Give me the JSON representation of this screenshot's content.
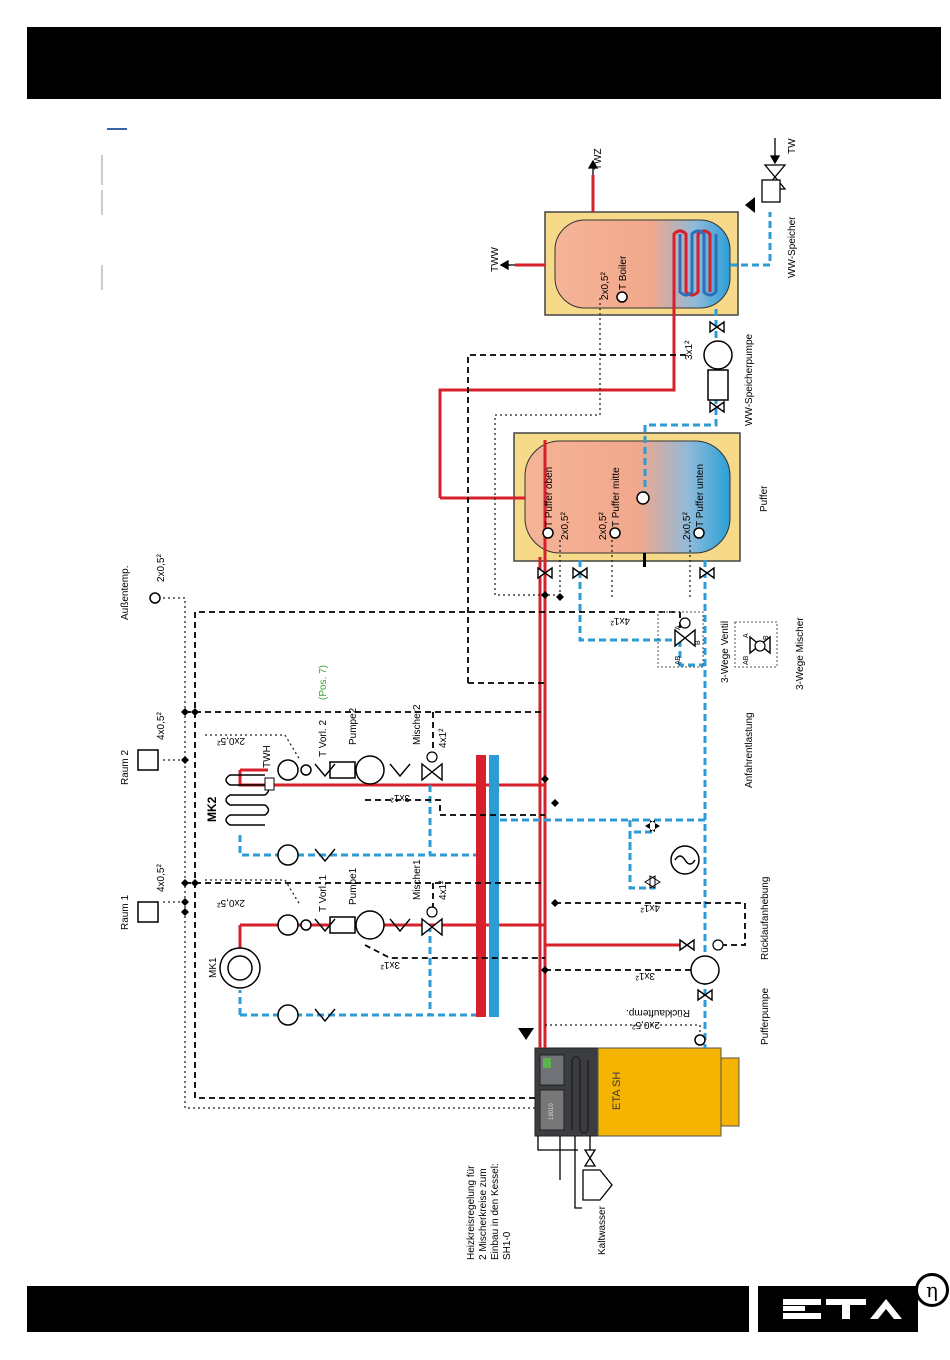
{
  "labels": {
    "twz": "TWZ",
    "tww": "TWW",
    "tw": "TW",
    "ww_speicher": "WW-Speicher",
    "t_boiler": "T Boiler",
    "ww_speicherpumpe": "WW-Speicherpumpe",
    "puffer": "Puffer",
    "t_puffer_oben": "T Puffer oben",
    "t_puffer_mitte": "T Puffer mitte",
    "t_puffer_unten": "T Puffer unten",
    "aussentemp": "Außentemp.",
    "raum1": "Raum 1",
    "raum2": "Raum 2",
    "mk1": "MK1",
    "mk2": "MK2",
    "pumpe1": "Pumpe1",
    "pumpe2": "Pumpe2",
    "mischer1": "Mischer1",
    "mischer2": "Mischer2",
    "t_vorl1": "T Vorl. 1",
    "t_vorl2": "T Vorl. 2",
    "pos7": "(Pos. 7)",
    "twh": "TWH",
    "drei_wege_ventil": "3-Wege Ventil",
    "drei_wege_mischer": "3-Wege Mischer",
    "anfahrentlastung": "Anfahrentlastung",
    "ruecklaufanhebung": "Rücklaufanhebung",
    "pufferpumpe": "Pufferpumpe",
    "ruecklauftemp": "Rücklauftemp.",
    "eta_sh": "ETA SH",
    "kaltwasser": "Kaltwasser",
    "heizkreis_1": "Heizkreisregelung für",
    "heizkreis_2": "2 Mischerkreise zum",
    "heizkreis_3": "Einbau in den Kessel:",
    "heizkreis_4": "SH1-0",
    "c2x05": "2x0,5²",
    "c4x05": "4x0,5²",
    "c3x1": "3x1²",
    "c4x1": "4x1²",
    "port_a": "A",
    "port_b": "B",
    "port_ab": "AB",
    "display_code": "19010",
    "logo_symbol": "η"
  },
  "colors": {
    "hot": "#d6202b",
    "cold": "#2d9bd6",
    "boiler": "#f4b400",
    "tank_frame": "#f7d98a",
    "highlight": "#3aa335"
  }
}
